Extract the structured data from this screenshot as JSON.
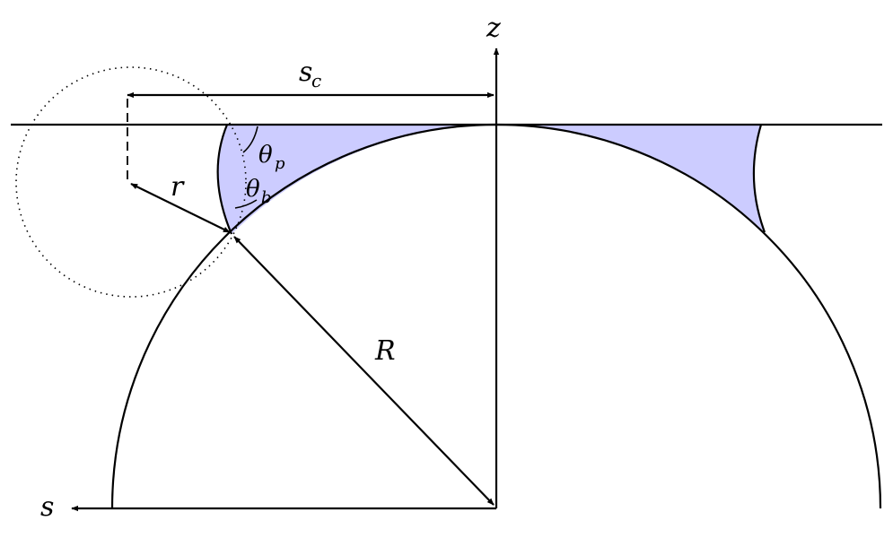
{
  "labels": {
    "z_axis": "z",
    "s_axis": "s",
    "sc_main": "s",
    "sc_sub": "c",
    "r": "r",
    "R": "R",
    "theta_p_main": "θ",
    "theta_p_sub": "p",
    "theta_b_main": "θ",
    "theta_b_sub": "b"
  },
  "colors": {
    "meniscus_fill": "#ccccff",
    "stroke": "#000000"
  }
}
